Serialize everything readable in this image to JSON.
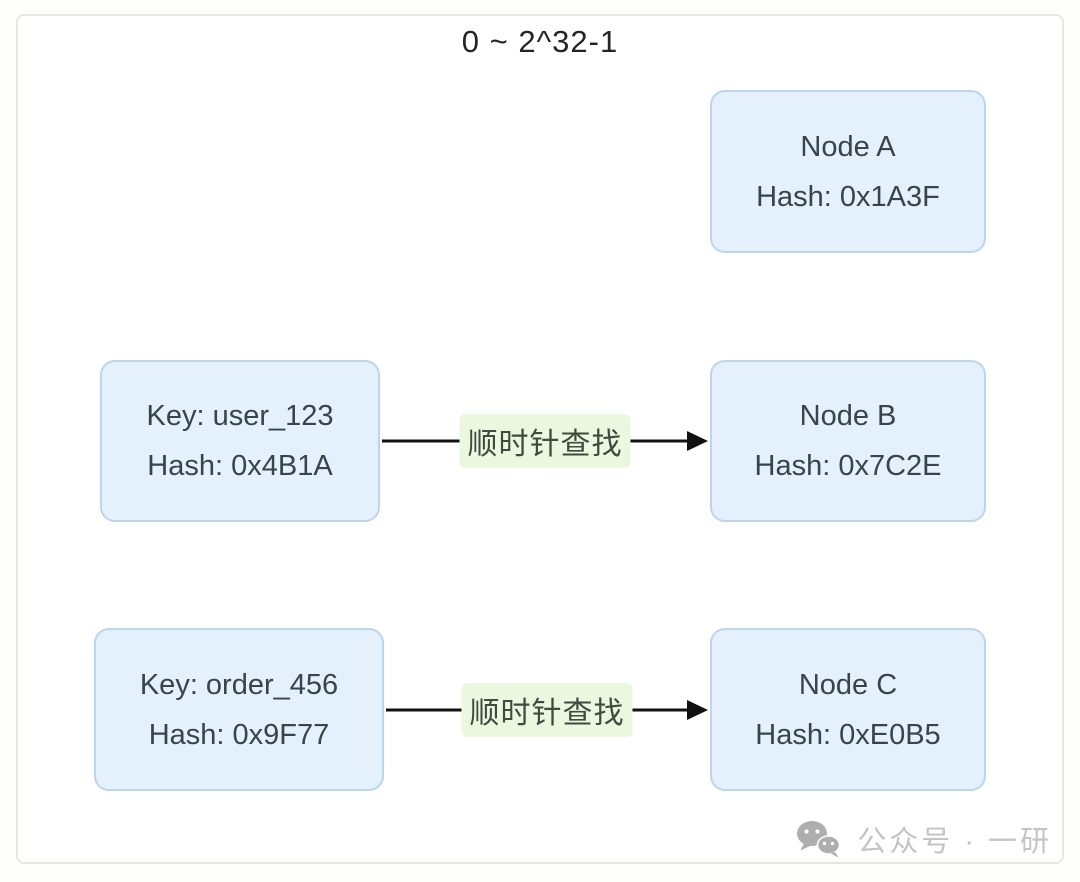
{
  "diagram": {
    "title": "0 ~ 2^32-1",
    "boxes": {
      "node_a": {
        "line1": "Node A",
        "line2": "Hash: 0x1A3F"
      },
      "key_user": {
        "line1": "Key: user_123",
        "line2": "Hash: 0x4B1A"
      },
      "node_b": {
        "line1": "Node B",
        "line2": "Hash: 0x7C2E"
      },
      "key_order": {
        "line1": "Key: order_456",
        "line2": "Hash: 0x9F77"
      },
      "node_c": {
        "line1": "Node C",
        "line2": "Hash: 0xE0B5"
      }
    },
    "arrows": {
      "user_to_node_b": {
        "label": "顺时针查找"
      },
      "order_to_node_c": {
        "label": "顺时针查找"
      }
    },
    "colors": {
      "box_fill": "#E4F0FB",
      "box_border": "#B9D6EE",
      "arrow": "#111111",
      "label_bg": "#EBF7DF",
      "text": "#3A424A",
      "frame_border": "#E7E7E2",
      "watermark": "#C4C4C4"
    }
  },
  "watermark": {
    "icon": "wechat-icon",
    "text": "公众号 · 一研"
  }
}
